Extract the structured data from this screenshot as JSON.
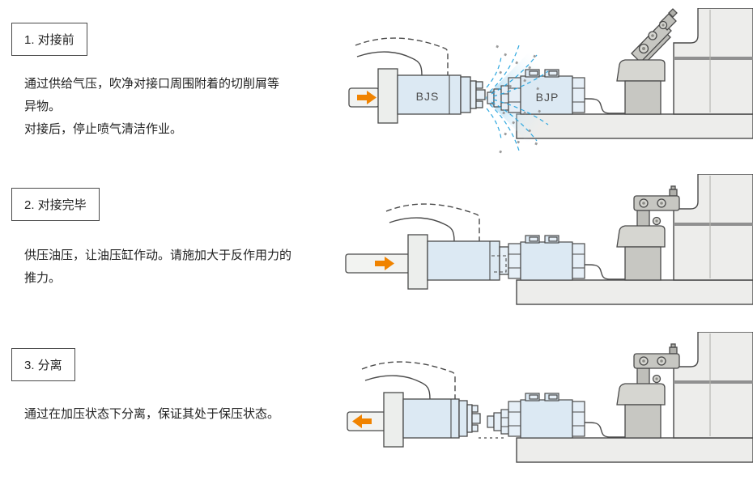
{
  "steps": [
    {
      "title": "1. 对接前",
      "body_lines": [
        "通过供给气压，吹净对接口周围附着的切削屑等",
        "异物。",
        "对接后，停止喷气清洁作业。"
      ],
      "bjs_label": "BJS",
      "bjp_label": "BJP"
    },
    {
      "title": "2. 对接完毕",
      "body_lines": [
        "供压油压，让油压缸作动。请施加大于反作用力的",
        "推力。"
      ]
    },
    {
      "title": "3. 分离",
      "body_lines": [
        "通过在加压状态下分离，保证其处于保压状态。"
      ]
    }
  ],
  "colors": {
    "accent_orange": "#f08300",
    "component_blue": "#dce9f3",
    "component_blue_light": "#e6eff7",
    "base_gray": "#ededeb",
    "clamp_gray": "#c7c7c2",
    "clamp_cap_gray": "#d6d6d1",
    "outline_gray": "#4a4a4a",
    "spray_blue": "#2ea7df",
    "strip_gray": "#909090",
    "text_dark": "#222222"
  }
}
